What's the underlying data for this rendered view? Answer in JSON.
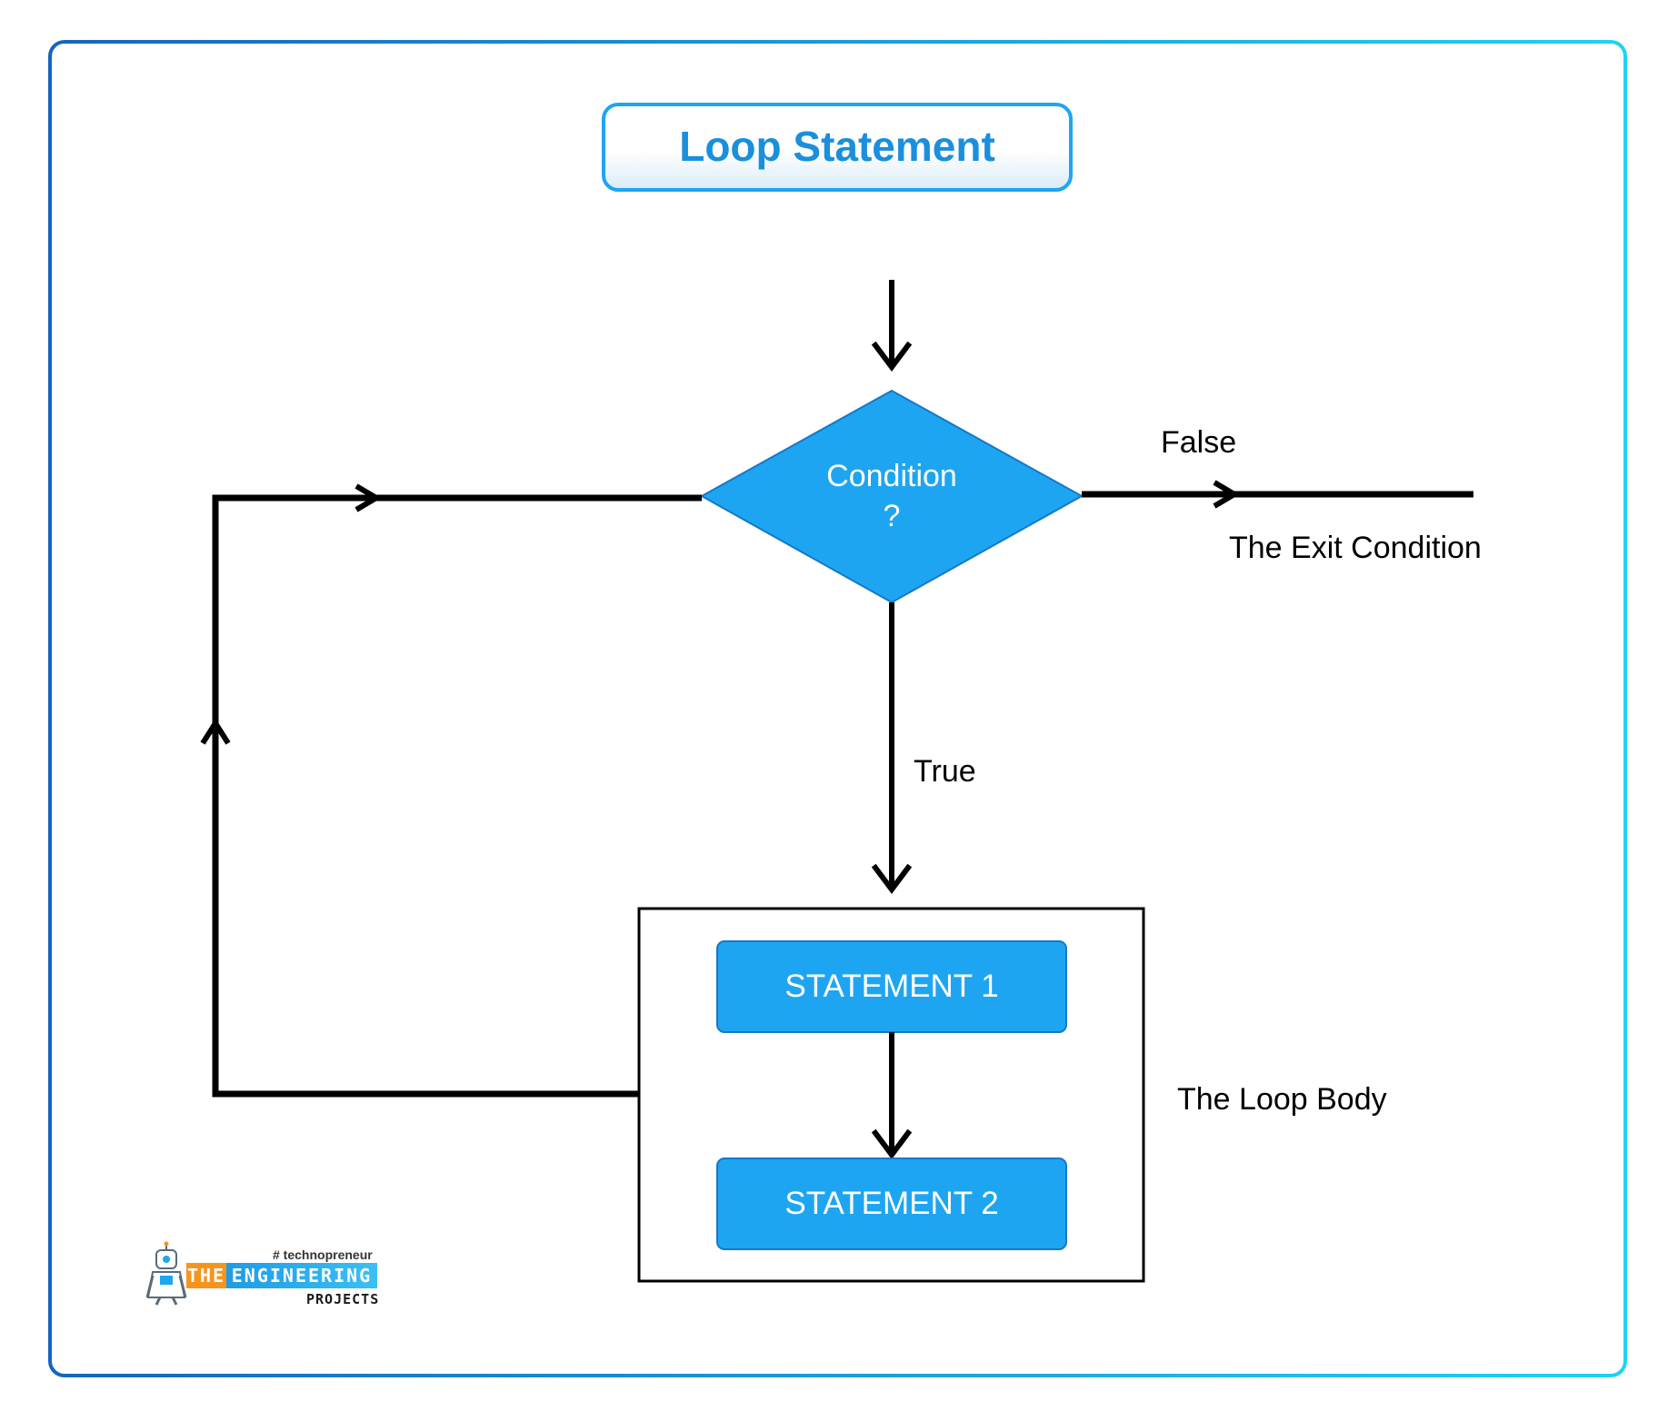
{
  "title": "Loop Statement",
  "decision": {
    "line1": "Condition",
    "line2": "?"
  },
  "labels": {
    "false": "False",
    "exit": "The Exit Condition",
    "true": "True",
    "loop_body": "The Loop Body"
  },
  "statements": [
    "STATEMENT 1",
    "STATEMENT 2"
  ],
  "logo": {
    "tagline": "# technopreneur",
    "the": "THE",
    "engineering": "ENGINEERING",
    "projects": "PROJECTS"
  },
  "colors": {
    "frame_gradient_start": "#1565c0",
    "frame_gradient_end": "#1ed3f5",
    "accent": "#1ea5f2",
    "title_text": "#1a8fdc",
    "shape_border": "#1478c8",
    "line": "#000000",
    "logo_orange": "#f7941d",
    "logo_blue": "#1ea5f2"
  }
}
